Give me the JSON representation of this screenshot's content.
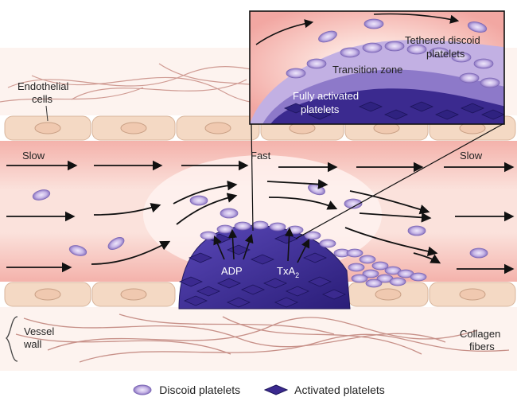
{
  "labels": {
    "endothelial_cells": [
      "Endothelial",
      "cells"
    ],
    "slow_left": "Slow",
    "fast": "Fast",
    "slow_right": "Slow",
    "adp": "ADP",
    "txa2": "TxA",
    "txa2_sub": "2",
    "vessel_wall": [
      "Vessel",
      "wall"
    ],
    "collagen_fibers": [
      "Collagen",
      "fibers"
    ]
  },
  "inset": {
    "tethered": [
      "Tethered discoid",
      "platelets"
    ],
    "transition": "Transition zone",
    "fully_activated": [
      "Fully activated",
      "platelets"
    ]
  },
  "legend": {
    "discoid": "Discoid platelets",
    "activated": "Activated platelets"
  },
  "colors": {
    "flow_pink": "#f2a7a2",
    "endothelium": "#f6ddc8",
    "discoid_fill": "#c9b8e6",
    "discoid_edge": "#7e69b6",
    "activated_fill": "#3b2a8f",
    "activated_edge": "#231a5e",
    "fiber": "#c79088"
  }
}
